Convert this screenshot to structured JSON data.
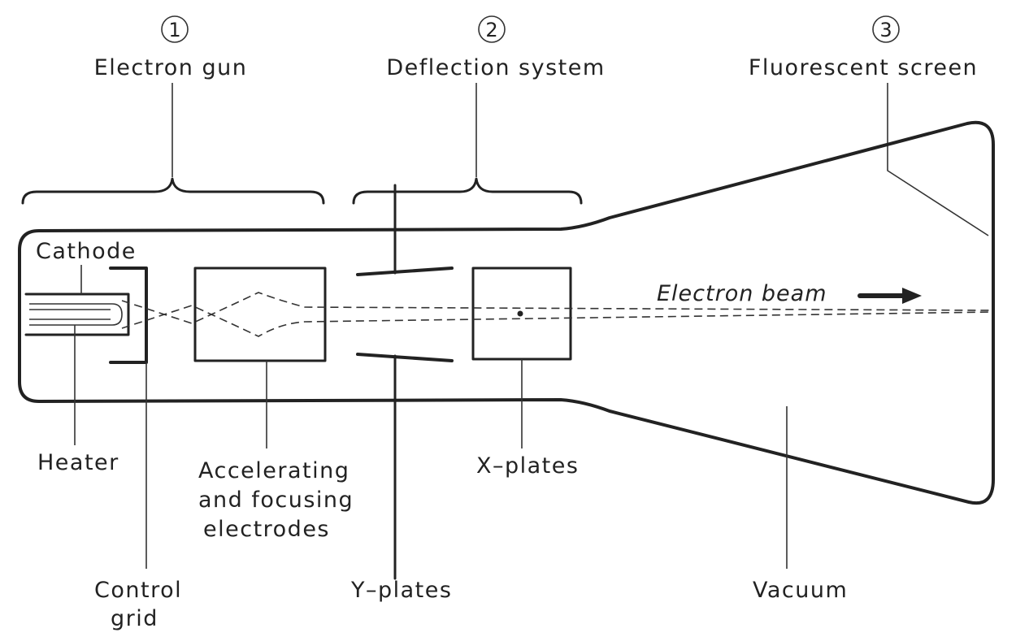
{
  "sections": [
    {
      "number": "1",
      "label": "Electron gun"
    },
    {
      "number": "2",
      "label": "Deflection system"
    },
    {
      "number": "3",
      "label": "Fluorescent screen"
    }
  ],
  "labels": {
    "cathode": "Cathode",
    "heater": "Heater",
    "control_grid_line1": "Control",
    "control_grid_line2": "grid",
    "accelerating_line1": "Accelerating",
    "accelerating_line2": "and focusing",
    "accelerating_line3": "electrodes",
    "x_plates": "X–plates",
    "y_plates": "Y–plates",
    "vacuum": "Vacuum",
    "electron_beam": "Electron beam"
  }
}
